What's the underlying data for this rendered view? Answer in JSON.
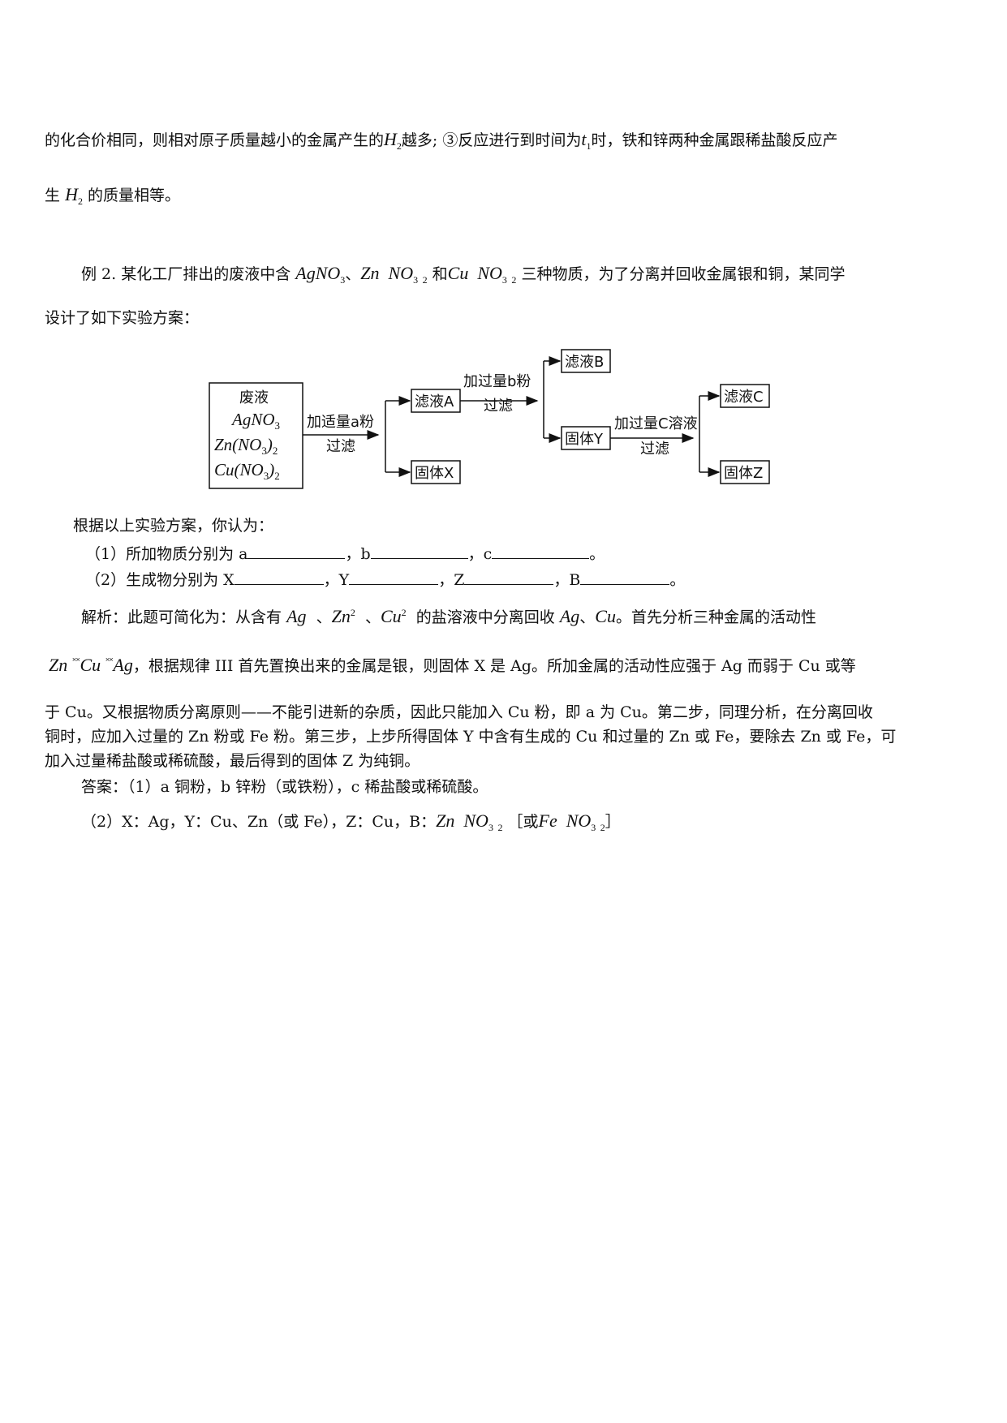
{
  "para1": {
    "line1_a": "的化合价相同，则相对原子质量越小的金属产生的",
    "h2": "H",
    "h2_sub": "2",
    "line1_b": "越多; ③反应进行到时间为",
    "t": "t",
    "t_sub": "1",
    "line1_c": "时，铁和锌两种金属跟稀盐酸反应产",
    "line2_a": "生",
    "line2_b": "的质量相等。"
  },
  "example": {
    "lead": "例 2. 某化工厂排出的废液中含",
    "agno3": "AgNO",
    "sub3": "3",
    "sep": "、",
    "zn": "Zn",
    "no3": "NO",
    "sub_3b": "3",
    "sub_2": "2",
    "he": "和",
    "cu": "Cu",
    "tail": "三种物质，为了分离并回收金属银和铜，某同学",
    "line2": "设计了如下实验方案："
  },
  "diagram": {
    "waste_label": "废液",
    "waste_f1": "AgNO",
    "waste_f2": "Zn(NO",
    "waste_f3": "Cu(NO",
    "sub3": "3",
    "sub2": "2",
    "close_paren": ")",
    "arrow1_top": "加适量a粉",
    "arrow1_bottom": "过滤",
    "filtrate_a": "滤液A",
    "solid_x": "固体X",
    "arrow2_top": "加过量b粉",
    "arrow2_bottom": "过滤",
    "filtrate_b": "滤液B",
    "solid_y": "固体Y",
    "arrow3_top": "加过量C溶液",
    "arrow3_bottom": "过滤",
    "filtrate_c": "滤液C",
    "solid_z": "固体Z"
  },
  "question": {
    "intro": "根据以上实验方案，你认为：",
    "q1_a": "（1）所加物质分别为 a",
    "q1_b": "，b",
    "q1_c": "，c",
    "q1_end": "。",
    "q2_a": "（2）生成物分别为 X",
    "q2_b": "，Y",
    "q2_c": "，Z",
    "q2_d": "，B",
    "q2_end": "。"
  },
  "analysis": {
    "l1_a": "解析：此题可简化为：从含有",
    "ag": "Ag",
    "sep": "、",
    "zn": "Zn",
    "cu": "Cu",
    "sup2": "2",
    "l1_b": "的盐溶液中分离回收",
    "l1_c": "。首先分析三种金属的活动性",
    "gt": "˟˟",
    "l2_tail": "，根据规律 III 首先置换出来的金属是银，则固体 X 是 Ag。所加金属的活动性应强于 Ag 而弱于 Cu 或等",
    "l3": "于 Cu。又根据物质分离原则——不能引进新的杂质，因此只能加入 Cu 粉，即 a 为 Cu。第二步，同理分析，在分离回收",
    "l4": "铜时，应加入过量的 Zn 粉或 Fe 粉。第三步，上步所得固体 Y 中含有生成的 Cu 和过量的 Zn 或 Fe，要除去 Zn 或 Fe，可",
    "l5": "加入过量稀盐酸或稀硫酸，最后得到的固体 Z 为纯铜。"
  },
  "answer": {
    "l1": "答案：（1）a 铜粉，b 锌粉（或铁粉），c 稀盐酸或稀硫酸。",
    "l2_a": "（2）X：Ag，Y：Cu、Zn（或 Fe），Z：Cu，B：",
    "zn": "Zn",
    "no3": "NO",
    "sub3": "3",
    "sub2": "2",
    "bracket_open": "［或",
    "fe": "Fe",
    "bracket_close": "］"
  }
}
